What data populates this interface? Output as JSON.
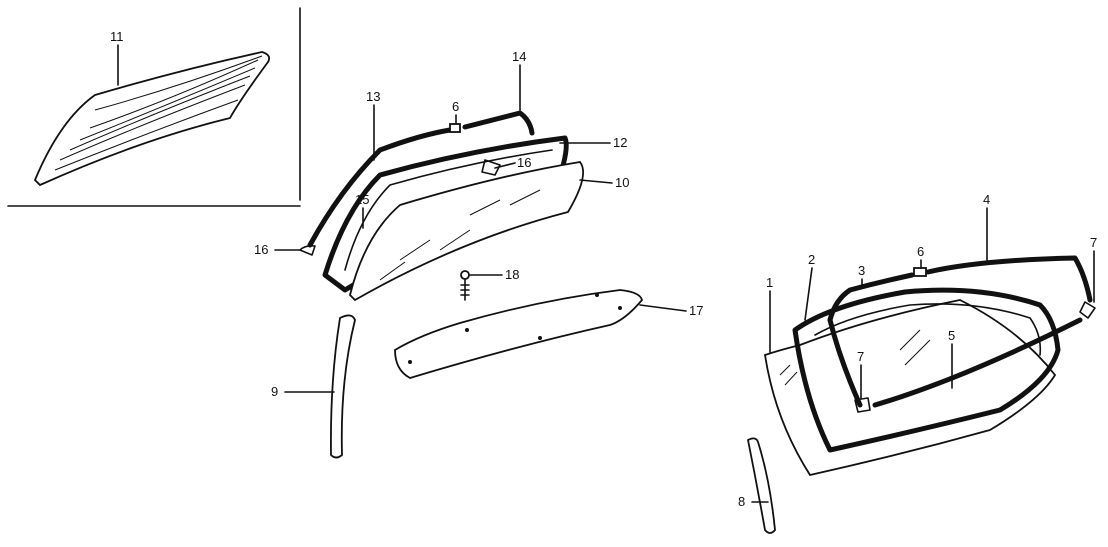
{
  "diagram": {
    "callouts": {
      "c11": "11",
      "c14": "14",
      "c13": "13",
      "c6a": "6",
      "c12": "12",
      "c16a": "16",
      "c10": "10",
      "c15": "15",
      "c16b": "16",
      "c18": "18",
      "c17": "17",
      "c9": "9",
      "c1": "1",
      "c2": "2",
      "c3": "3",
      "c6b": "6",
      "c4": "4",
      "c7a": "7",
      "c5": "5",
      "c7b": "7",
      "c8": "8"
    }
  }
}
